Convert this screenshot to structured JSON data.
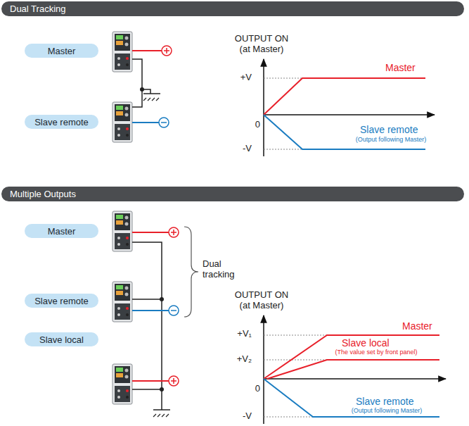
{
  "diagram": {
    "nodes": [
      {
        "text": [
          "Dual Tracking"
        ]
      },
      {
        "text": [
          "Master"
        ]
      },
      {
        "text": [
          "Slave remote"
        ]
      },
      {
        "text": [
          "Multiple Outputs"
        ]
      },
      {
        "text": [
          "Master"
        ]
      },
      {
        "text": [
          "Slave remote"
        ]
      },
      {
        "text": [
          "Slave local"
        ]
      }
    ],
    "labels": [
      "OUTPUT ON (at Master)",
      "+V",
      "0",
      "-V",
      "Master",
      "Slave remote",
      "(Output following Master)",
      "Dual tracking",
      "OUTPUT ON (at Master)",
      "+V₁",
      "+V₂",
      "0",
      "-V",
      "Master",
      "Slave local",
      "(The value set by front panel)",
      "Slave remote",
      "(Output following Master)"
    ]
  }
}
